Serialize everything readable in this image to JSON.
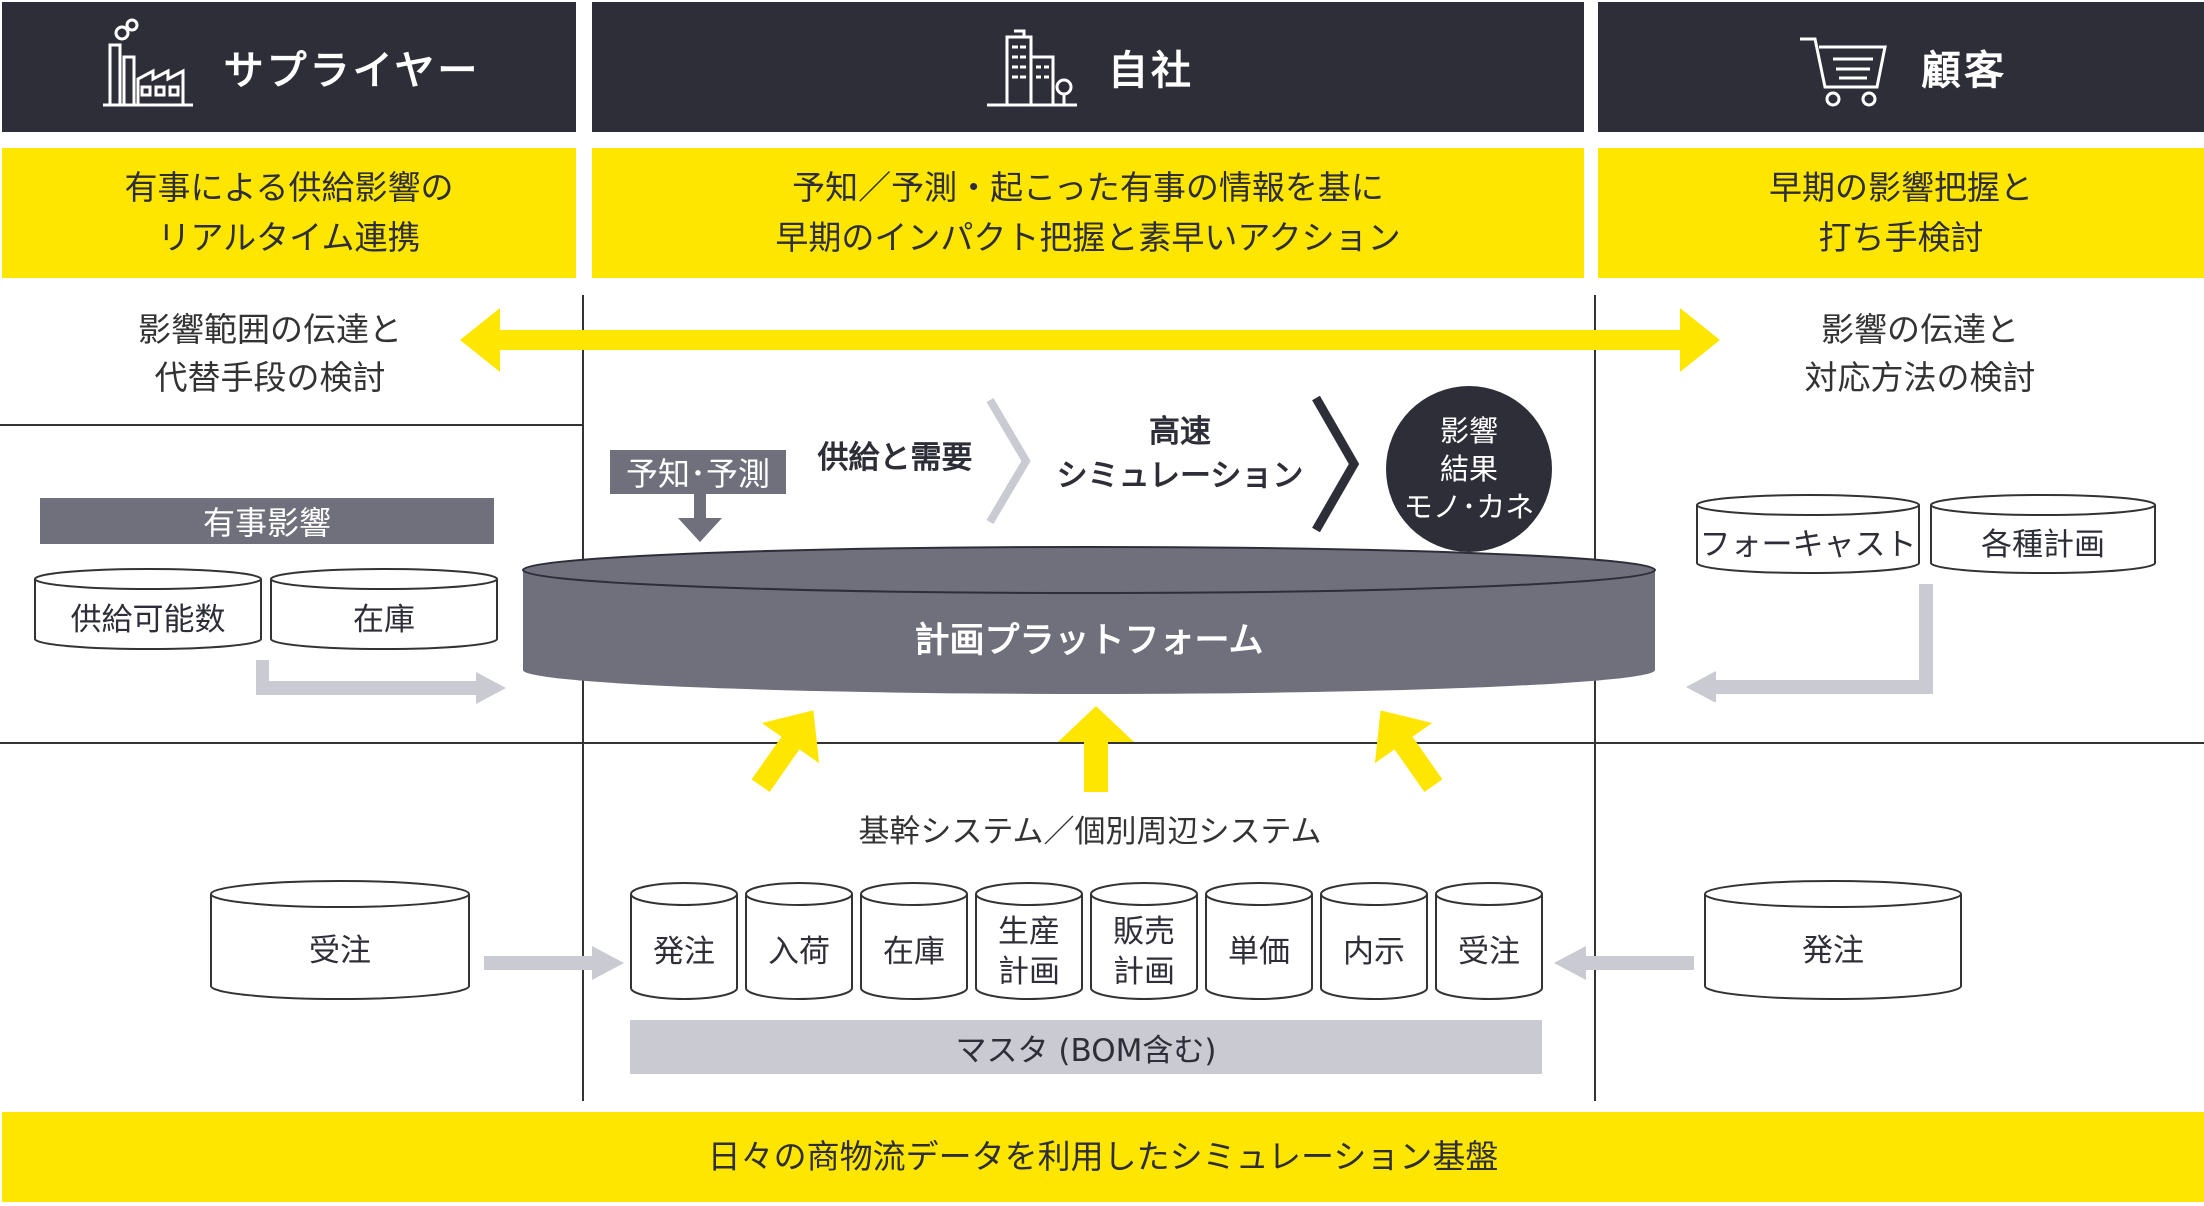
{
  "columns": {
    "supplier": {
      "title": "サプライヤー",
      "icon": "factory-icon",
      "banner": "有事による供給影響の\nリアルタイム連携",
      "note": "影響範囲の伝達と\n代替手段の検討",
      "label_bar": "有事影響",
      "db_items": [
        "供給可能数",
        "在庫"
      ],
      "order_db": "受注"
    },
    "company": {
      "title": "自社",
      "icon": "building-icon",
      "banner": "予知／予測・起こった有事の情報を基に\n早期のインパクト把握と素早いアクション",
      "forecast_tag": "予知･予測",
      "supply_demand": "供給と需要",
      "simulation": "高速\nシミュレーション",
      "impact": "影響\n結果\nモノ･カネ",
      "platform": "計画プラットフォーム",
      "core_systems": "基幹システム／個別周辺システム",
      "systems": [
        "発注",
        "入荷",
        "在庫",
        "生産\n計画",
        "販売\n計画",
        "単価",
        "内示",
        "受注"
      ],
      "master": "マスタ (BOM含む)"
    },
    "customer": {
      "title": "顧客",
      "icon": "cart-icon",
      "banner": "早期の影響把握と\n打ち手検討",
      "note": "影響の伝達と\n対応方法の検討",
      "db_items": [
        "フォーキャスト",
        "各種計画"
      ],
      "order_db": "発注"
    }
  },
  "footer": "日々の商物流データを利用したシミュレーション基盤",
  "colors": {
    "dark": "#2e2e38",
    "yellow": "#ffe600",
    "gray": "#c9cad2",
    "mid_gray": "#70707c"
  }
}
